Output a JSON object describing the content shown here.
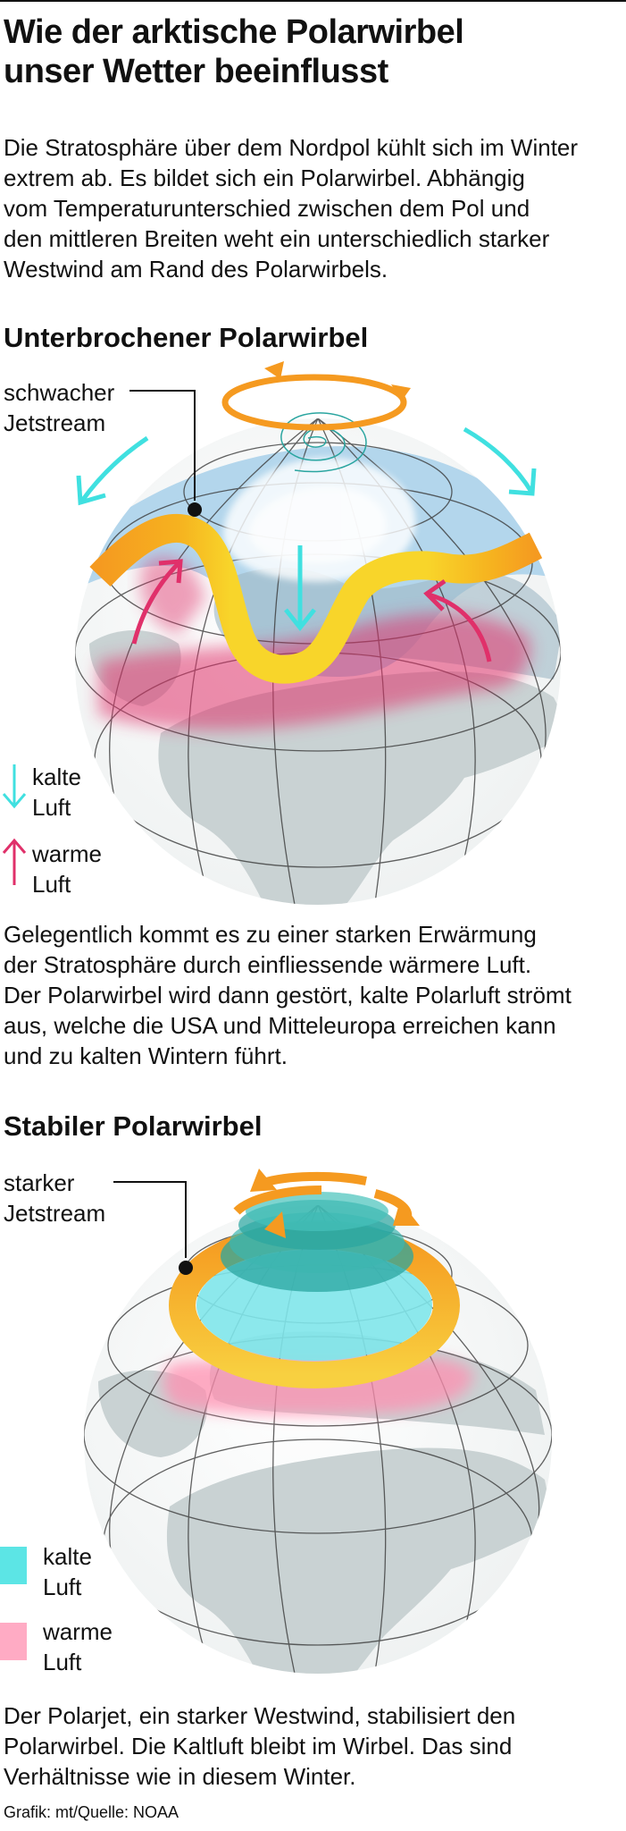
{
  "title_line1": "Wie der arktische Polarwirbel",
  "title_line2": "unser Wetter beeinflusst",
  "intro_line1": "Die Stratosphäre über dem Nordpol kühlt sich im Winter",
  "intro_line2": "extrem ab. Es bildet sich ein Polarwirbel. Abhängig",
  "intro_line3": "vom Temperaturunterschied zwischen dem Pol und",
  "intro_line4": "den mittleren Breiten weht ein unterschiedlich starker",
  "intro_line5": "Westwind am Rand des Polarwirbels.",
  "section1": {
    "heading": "Unterbrochener Polarwirbel",
    "callout_line1": "schwacher",
    "callout_line2": "Jetstream",
    "legend": {
      "cold_line1": "kalte",
      "cold_line2": "Luft",
      "warm_line1": "warme",
      "warm_line2": "Luft"
    },
    "text_line1": "Gelegentlich kommt es zu einer starken Erwärmung",
    "text_line2": "der Stratosphäre durch einfliessende wärmere Luft.",
    "text_line3": "Der Polarwirbel wird dann gestört, kalte Polarluft strömt",
    "text_line4": "aus, welche die USA und Mitteleuropa erreichen kann",
    "text_line5": "und zu kalten Wintern führt."
  },
  "section2": {
    "heading": "Stabiler Polarwirbel",
    "callout_line1": "starker",
    "callout_line2": "Jetstream",
    "legend": {
      "cold_line1": "kalte",
      "cold_line2": "Luft",
      "warm_line1": "warme",
      "warm_line2": "Luft"
    },
    "text_line1": "Der Polarjet, ein starker Westwind, stabilisiert den",
    "text_line2": "Polarwirbel. Die Kaltluft bleibt im Wirbel. Das sind",
    "text_line3": "Verhältnisse wie in diesem Winter."
  },
  "credit": "Grafik: mt/Quelle: NOAA",
  "colors": {
    "cold_air": "#40e0e0",
    "warm_air": "#e0306a",
    "jet_weak": "#f5c820",
    "jet_strong": "#f59a20",
    "globe_land": "#c9d2d3",
    "vortex_teal": "#2aa5a0"
  },
  "icons": [
    "cold-air-arrow-icon",
    "warm-air-arrow-icon",
    "cold-air-swatch-icon",
    "warm-air-swatch-icon"
  ]
}
